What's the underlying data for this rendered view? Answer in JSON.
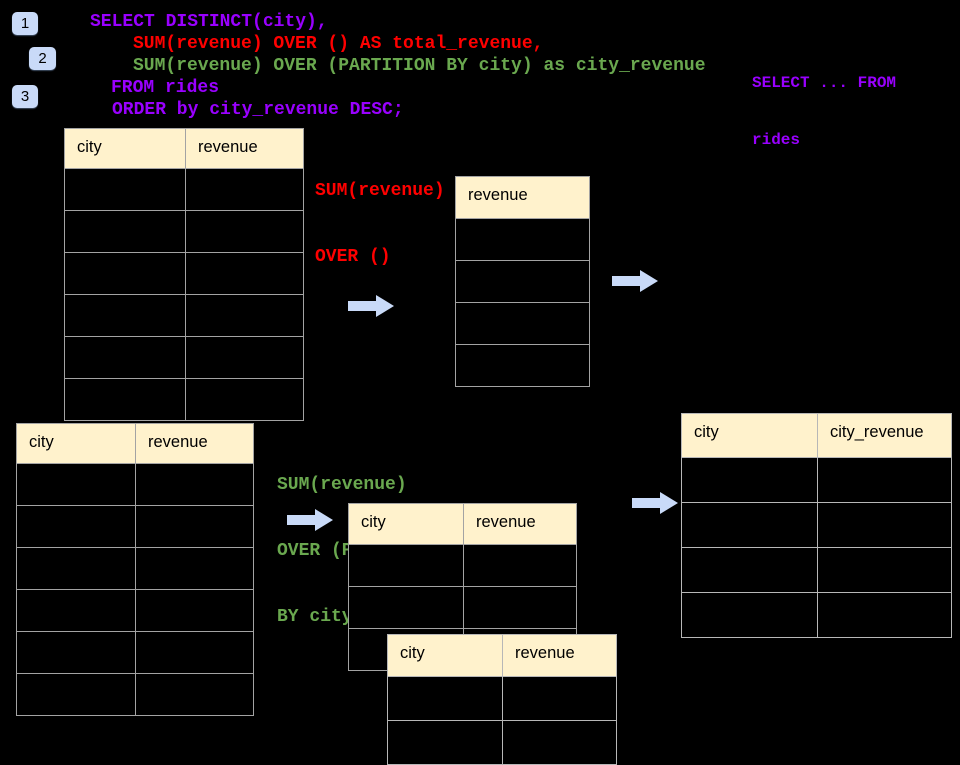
{
  "colors": {
    "background": "#000000",
    "code_purple": "#9900FF",
    "code_red": "#FF0000",
    "code_green": "#6AA84F",
    "arrow_blue": "#C9DAF8",
    "badge_blue": "#C9DAF8",
    "table_header_bg": "#FFF2CC",
    "table_border": "#A3A3A3",
    "table_border_light": "#B7B7B7"
  },
  "badges": [
    {
      "label": "1"
    },
    {
      "label": "2"
    },
    {
      "label": "3"
    }
  ],
  "code": {
    "line1": "SELECT DISTINCT(city),",
    "line2": "SUM(revenue) OVER () AS total_revenue,",
    "line3": "SUM(revenue) OVER (PARTITION BY city) as city_revenue",
    "line4": "FROM rides",
    "line5": "ORDER by city_revenue DESC;"
  },
  "side_note": {
    "line1": "SELECT ... FROM",
    "line2": "rides"
  },
  "annotations": {
    "total": {
      "line1": "SUM(revenue)",
      "line2": "OVER ()"
    },
    "partition": {
      "line1": "SUM(revenue)",
      "line2": "OVER (PARTITION",
      "line3": "BY city)"
    }
  },
  "tables": {
    "source_top": {
      "headers": [
        "city",
        "revenue"
      ]
    },
    "total_result": {
      "headers": [
        "revenue"
      ]
    },
    "source_bottom": {
      "headers": [
        "city",
        "revenue"
      ]
    },
    "partition_mid": {
      "headers": [
        "city",
        "revenue"
      ]
    },
    "partition_overlay": {
      "headers": [
        "city",
        "revenue"
      ]
    },
    "city_revenue_result": {
      "headers": [
        "city",
        "city_revenue"
      ]
    }
  }
}
